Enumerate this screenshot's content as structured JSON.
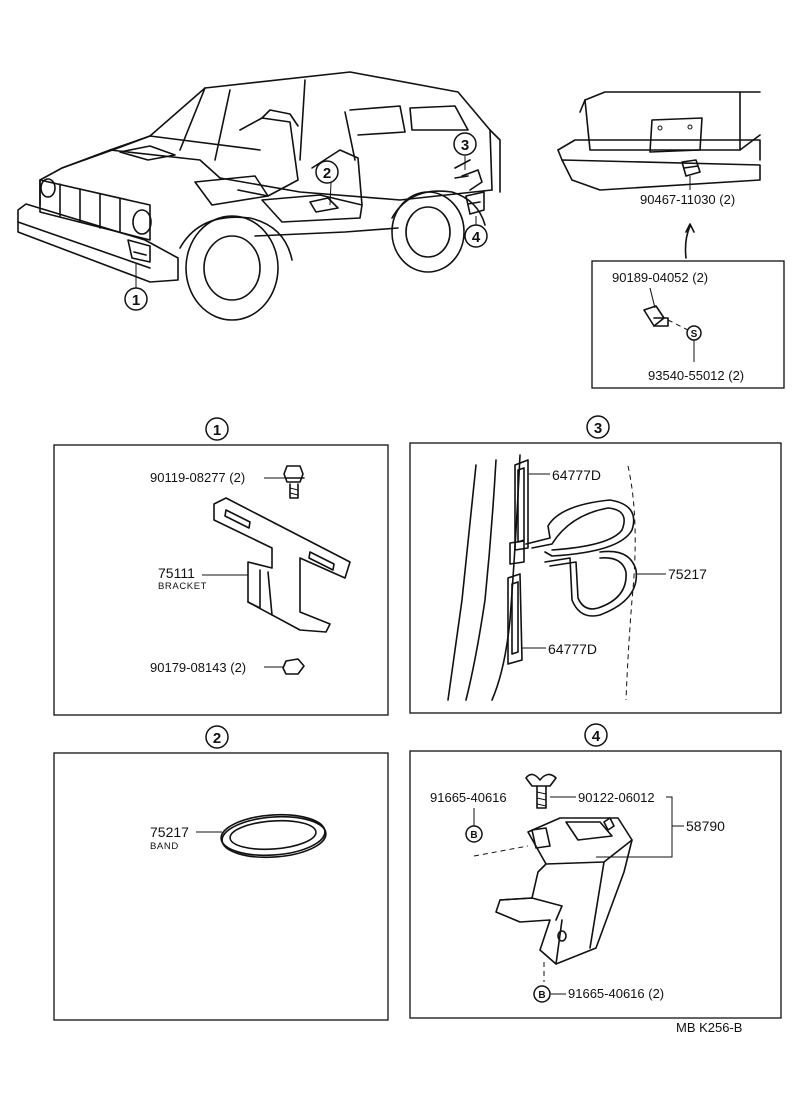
{
  "callouts": {
    "c1": "1",
    "c2": "2",
    "c3": "3",
    "c4": "4"
  },
  "rear_hitch": {
    "part_top": "90467-11030 (2)",
    "detail_bolt": "90189-04052 (2)",
    "detail_nut": "93540-55012 (2)",
    "nut_mark": "S"
  },
  "panel1": {
    "bolt": "90119-08277 (2)",
    "bracket_number": "75111",
    "bracket_name": "BRACKET",
    "nut": "90179-08143 (2)"
  },
  "panel2": {
    "band_number": "75217",
    "band_name": "BAND"
  },
  "panel3": {
    "upper_clip": "64777D",
    "strap": "75217",
    "lower_clip": "64777D"
  },
  "panel4": {
    "clip_left": "91665-40616",
    "wing_bolt": "90122-06012",
    "assembly": "58790",
    "clip_bottom": "91665-40616 (2)",
    "clip_mark": "B"
  },
  "footer": {
    "code": "MB  K256-B"
  }
}
